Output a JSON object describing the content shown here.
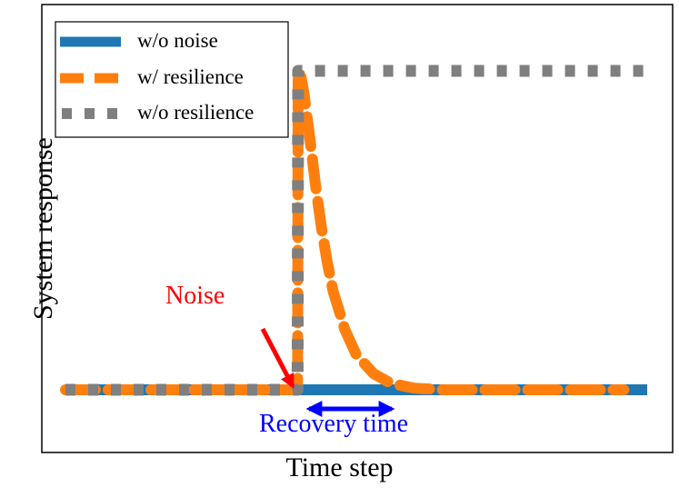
{
  "chart_data": {
    "type": "line",
    "xlabel": "Time step",
    "ylabel": "System response",
    "xlim": [
      0,
      100
    ],
    "ylim": [
      -0.1,
      1.1
    ],
    "grid": false,
    "legend_position": "top-left",
    "series": [
      {
        "name": "w/o noise",
        "style": "solid",
        "color": "#1f77b4",
        "x": [
          0,
          100
        ],
        "y": [
          0,
          0
        ]
      },
      {
        "name": "w/ resilience",
        "style": "dashed",
        "color": "#ff7f0e",
        "x": [
          0,
          39.9,
          40,
          40.5,
          41,
          42,
          43,
          44,
          45,
          46,
          48,
          50,
          53,
          56,
          60,
          65,
          70,
          80,
          90,
          96
        ],
        "y": [
          0,
          0,
          1.0,
          0.98,
          0.93,
          0.79,
          0.64,
          0.51,
          0.4,
          0.31,
          0.19,
          0.11,
          0.05,
          0.02,
          0.005,
          0,
          0,
          0,
          0,
          0
        ]
      },
      {
        "name": "w/o resilience",
        "style": "dotted",
        "color": "#7f7f7f",
        "x": [
          0,
          39.9,
          40,
          100
        ],
        "y": [
          0,
          0,
          1.0,
          1.0
        ]
      }
    ],
    "annotations": [
      {
        "text": "Noise",
        "color": "#ff0000",
        "arrow_to": [
          39.5,
          0
        ]
      },
      {
        "text": "Recovery time",
        "color": "#0000ff",
        "span_x": [
          42,
          56
        ]
      }
    ]
  }
}
